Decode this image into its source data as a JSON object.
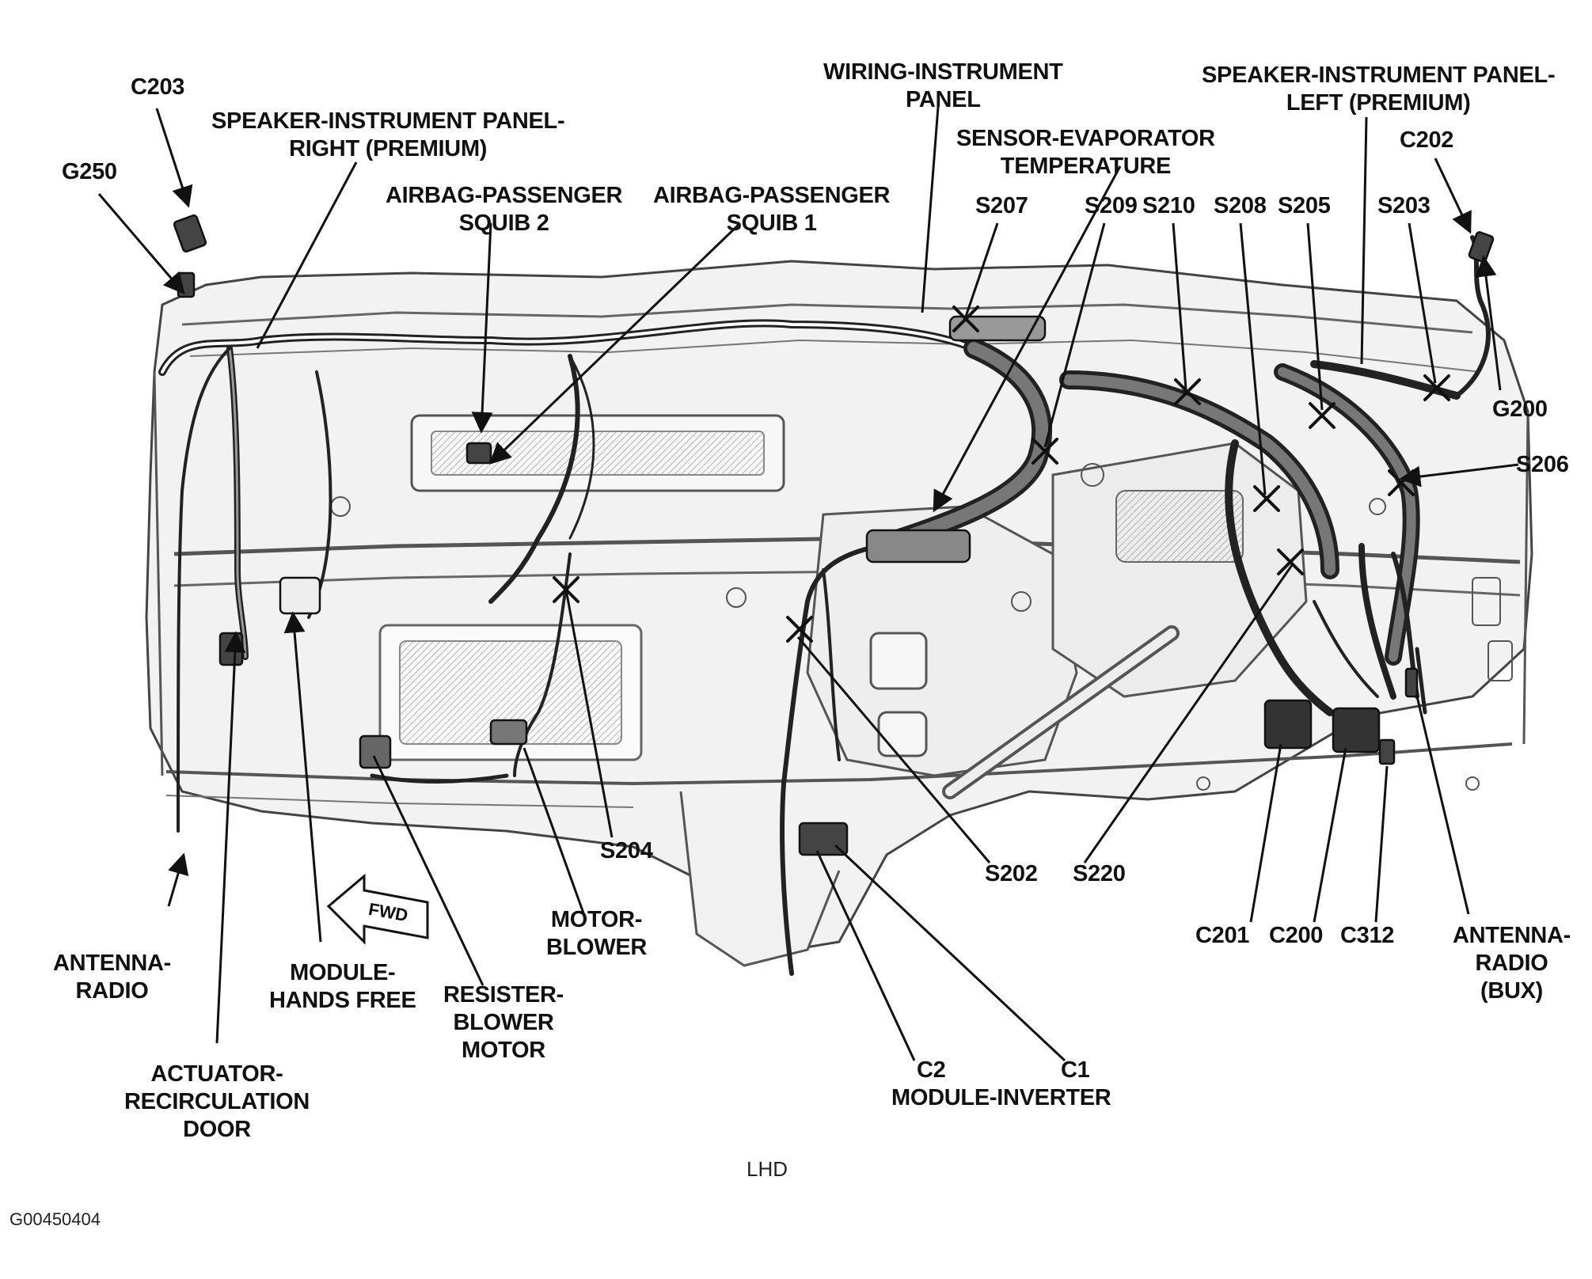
{
  "figure": {
    "view_label": "LHD",
    "figure_id": "G00450404",
    "direction_arrow_text": "FWD"
  },
  "callouts": {
    "c203": [
      "C203"
    ],
    "g250": [
      "G250"
    ],
    "speaker_right": [
      "SPEAKER-INSTRUMENT PANEL-",
      "RIGHT (PREMIUM)"
    ],
    "airbag_squib2": [
      "AIRBAG-PASSENGER",
      "SQUIB 2"
    ],
    "airbag_squib1": [
      "AIRBAG-PASSENGER",
      "SQUIB 1"
    ],
    "wiring_panel": [
      "WIRING-INSTRUMENT",
      "PANEL"
    ],
    "sensor_evap": [
      "SENSOR-EVAPORATOR",
      "TEMPERATURE"
    ],
    "speaker_left": [
      "SPEAKER-INSTRUMENT PANEL-",
      "LEFT (PREMIUM)"
    ],
    "c202": [
      "C202"
    ],
    "s207": [
      "S207"
    ],
    "s209": [
      "S209"
    ],
    "s210": [
      "S210"
    ],
    "s208": [
      "S208"
    ],
    "s205": [
      "S205"
    ],
    "s203": [
      "S203"
    ],
    "g200": [
      "G200"
    ],
    "s206": [
      "S206"
    ],
    "antenna_radio_left": [
      "ANTENNA-",
      "RADIO"
    ],
    "actuator": [
      "ACTUATOR-",
      "RECIRCULATION",
      "DOOR"
    ],
    "module_hands_free": [
      "MODULE-",
      "HANDS FREE"
    ],
    "resister": [
      "RESISTER-",
      "BLOWER",
      "MOTOR"
    ],
    "motor_blower": [
      "MOTOR-",
      "BLOWER"
    ],
    "s204": [
      "S204"
    ],
    "s202": [
      "S202"
    ],
    "s220": [
      "S220"
    ],
    "c2": [
      "C2"
    ],
    "c1": [
      "C1"
    ],
    "module_inverter": [
      "MODULE-INVERTER"
    ],
    "c201": [
      "C201"
    ],
    "c200": [
      "C200"
    ],
    "c312": [
      "C312"
    ],
    "antenna_radio_bux": [
      "ANTENNA-",
      "RADIO",
      "(BUX)"
    ]
  }
}
